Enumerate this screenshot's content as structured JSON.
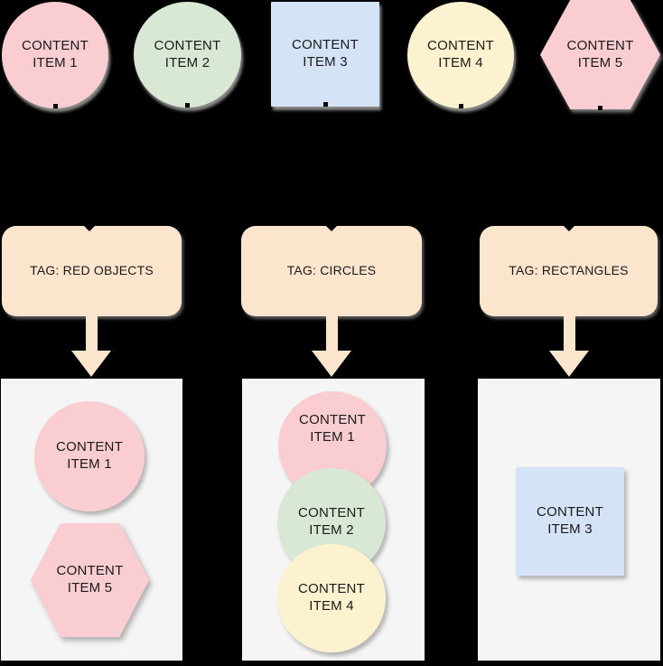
{
  "palette": {
    "pink": "#f9cdd2",
    "green": "#d9e8d4",
    "blue": "#d5e3f7",
    "yellow": "#fdf2cf",
    "peach": "#fce5cd",
    "container": "#f5f5f5",
    "background": "#000000",
    "text": "#1a1a1a"
  },
  "top_items": [
    {
      "label": "CONTENT\nITEM 1",
      "shape": "circle",
      "fill": "pink"
    },
    {
      "label": "CONTENT\nITEM 2",
      "shape": "circle",
      "fill": "green"
    },
    {
      "label": "CONTENT\nITEM 3",
      "shape": "square",
      "fill": "blue"
    },
    {
      "label": "CONTENT\nITEM 4",
      "shape": "circle",
      "fill": "yellow"
    },
    {
      "label": "CONTENT\nITEM 5",
      "shape": "hexagon",
      "fill": "pink"
    }
  ],
  "tags": [
    {
      "label": "TAG: RED OBJECTS"
    },
    {
      "label": "TAG: CIRCLES"
    },
    {
      "label": "TAG: RECTANGLES"
    }
  ],
  "groups": [
    {
      "tag": "TAG: RED OBJECTS",
      "items": [
        {
          "label": "CONTENT\nITEM 1",
          "shape": "circle",
          "fill": "pink"
        },
        {
          "label": "CONTENT\nITEM 5",
          "shape": "hexagon",
          "fill": "pink"
        }
      ]
    },
    {
      "tag": "TAG: CIRCLES",
      "items": [
        {
          "label": "CONTENT\nITEM 1",
          "shape": "circle",
          "fill": "pink"
        },
        {
          "label": "CONTENT\nITEM 2",
          "shape": "circle",
          "fill": "green"
        },
        {
          "label": "CONTENT\nITEM 4",
          "shape": "circle",
          "fill": "yellow"
        }
      ]
    },
    {
      "tag": "TAG: RECTANGLES",
      "items": [
        {
          "label": "CONTENT\nITEM 3",
          "shape": "square",
          "fill": "blue"
        }
      ]
    }
  ]
}
